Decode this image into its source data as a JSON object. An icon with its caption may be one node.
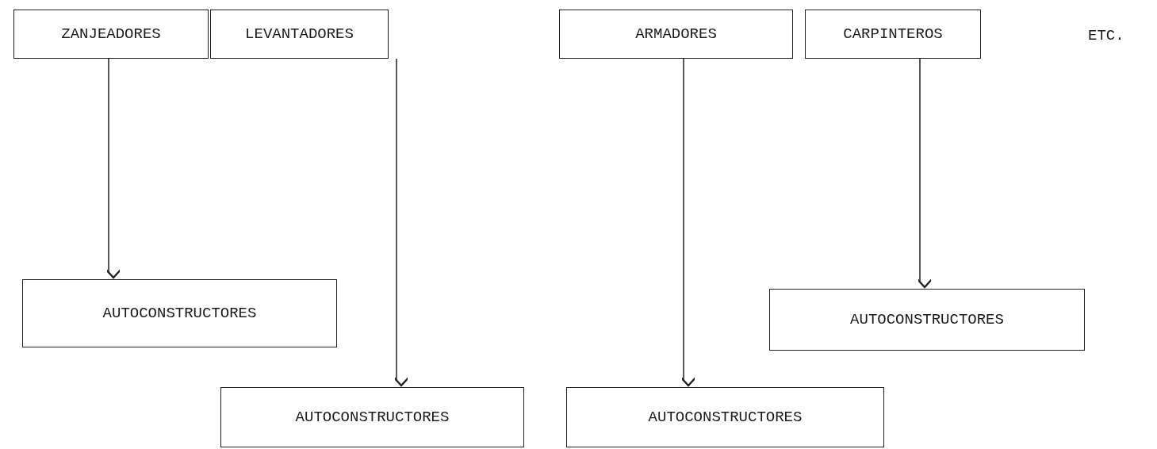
{
  "diagram": {
    "nodes": [
      {
        "text": [
          "ZANJEADORES"
        ]
      },
      {
        "text": [
          "LEVANTADORES"
        ]
      },
      {
        "text": [
          "ARMADORES"
        ]
      },
      {
        "text": [
          "CARPINTEROS"
        ]
      },
      {
        "text": [
          "AUTOCONSTRUCTORES"
        ]
      },
      {
        "text": [
          "AUTOCONSTRUCTORES"
        ]
      },
      {
        "text": [
          "AUTOCONSTRUCTORES"
        ]
      },
      {
        "text": [
          "AUTOCONSTRUCTORES"
        ]
      }
    ],
    "edges": [
      {
        "from": 0,
        "to": 4,
        "arrow": "to"
      },
      {
        "from": 1,
        "to": 5,
        "arrow": "to"
      },
      {
        "from": 2,
        "to": 6,
        "arrow": "to"
      },
      {
        "from": 3,
        "to": 7,
        "arrow": "to"
      }
    ],
    "labels": [
      "ETC."
    ]
  }
}
